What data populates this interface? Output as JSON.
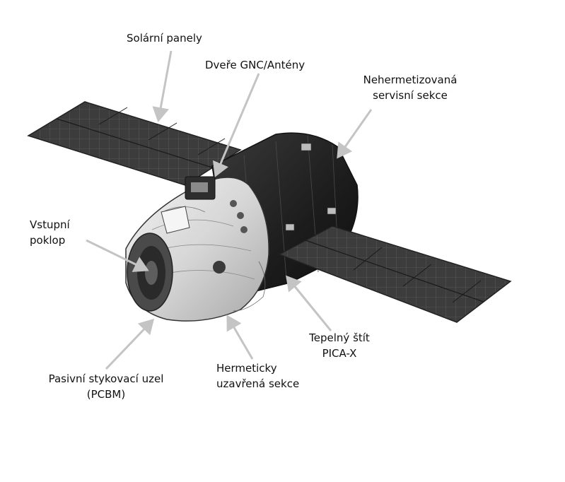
{
  "diagram": {
    "labels": {
      "solar_panels": "Solární panely",
      "gnc_door": "Dveře GNC/Antény",
      "service_section_line1": "Nehermetizovaná",
      "service_section_line2": "servisní sekce",
      "hatch_line1": "Vstupní",
      "hatch_line2": "poklop",
      "heat_shield_line1": "Tepelný štít",
      "heat_shield_line2": "PICA-X",
      "pressurized_line1": "Hermeticky",
      "pressurized_line2": "uzavřená sekce",
      "pcbm_line1": "Pasivní stykovací uzel",
      "pcbm_line2": "(PCBM)"
    },
    "colors": {
      "arrow": "#c4c4c4",
      "panel": "#3a3a3a",
      "trunk": "#2a2a2a",
      "capsule": "#dcdcdc"
    }
  }
}
